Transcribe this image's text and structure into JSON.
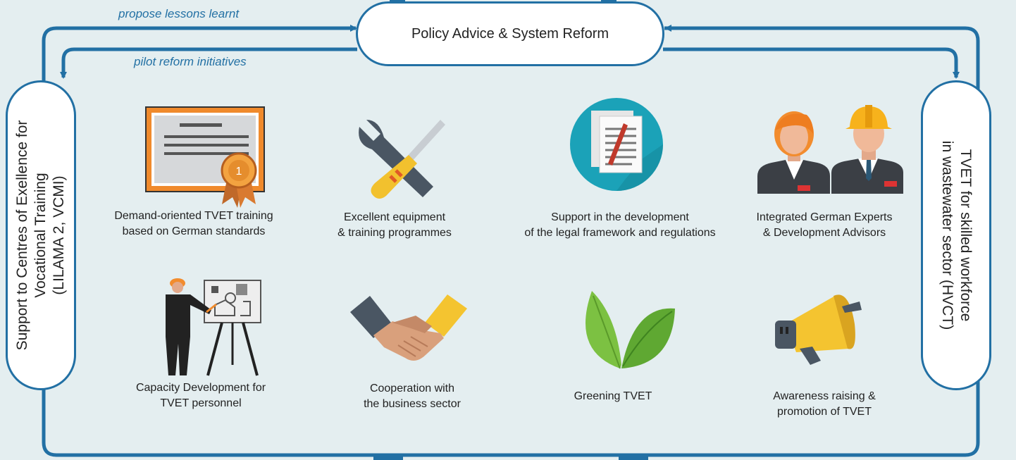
{
  "top_box": {
    "label": "Policy Advice & System Reform"
  },
  "flows": {
    "propose": "propose lessons learnt",
    "pilot": "pilot reform initiatives"
  },
  "left_box": {
    "line1": "Support to Centres of Exellence for",
    "line2": "Vocational Training",
    "line3": "(LILAMA 2, VCMI)"
  },
  "right_box": {
    "line1": "TVET for skilled workforce",
    "line2": "in wastewater sector (HVCT)"
  },
  "items": [
    {
      "line1": "Demand-oriented TVET training",
      "line2": "based on German standards",
      "icon": "certificate-icon"
    },
    {
      "line1": "Excellent equipment",
      "line2": "& training programmes",
      "icon": "tools-icon"
    },
    {
      "line1": "Support in the development",
      "line2": "of the legal framework and regulations",
      "icon": "document-pen-icon"
    },
    {
      "line1": "Integrated German Experts",
      "line2": "& Development Advisors",
      "icon": "experts-icon"
    },
    {
      "line1": "Capacity Development for",
      "line2": "TVET personnel",
      "icon": "trainer-icon"
    },
    {
      "line1": "Cooperation with",
      "line2": "the business sector",
      "icon": "handshake-icon"
    },
    {
      "line1": "Greening TVET",
      "line2": "",
      "icon": "leaves-icon"
    },
    {
      "line1": "Awareness raising &",
      "line2": "promotion of TVET",
      "icon": "megaphone-icon"
    }
  ],
  "colors": {
    "accent": "#2270a4",
    "background": "#e4eef0"
  }
}
